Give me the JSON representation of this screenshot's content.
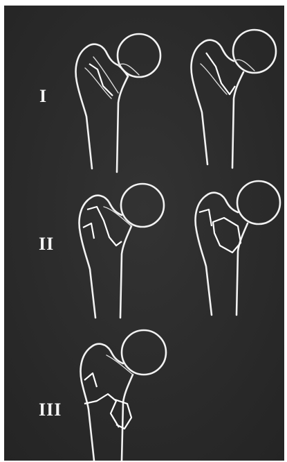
{
  "figure": {
    "groups": [
      {
        "label": "I"
      },
      {
        "label": "II"
      },
      {
        "label": "III"
      }
    ],
    "background_color": "#2e2e2e",
    "line_color": "#f2f2f2"
  }
}
